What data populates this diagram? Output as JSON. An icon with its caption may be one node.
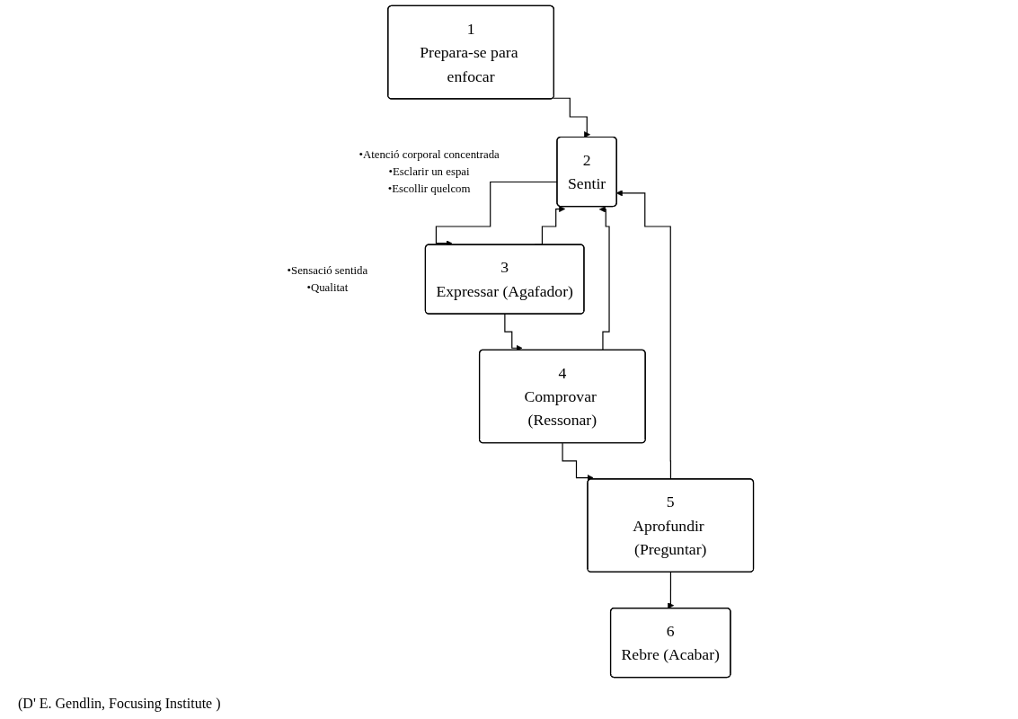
{
  "diagram": {
    "caption": "(D' E. Gendlin, Focusing Institute )",
    "nodes": [
      {
        "text": [
          "1",
          "Prepara-se para enfocar"
        ],
        "beside": [
          "•Atenció corporal concentrada",
          "•Esclarir un espai",
          "•Escollir quelcom"
        ]
      },
      {
        "text": [
          "2",
          "Sentir"
        ],
        "beside": [
          "•Sensació sentida",
          "•Qualitat"
        ]
      },
      {
        "text": [
          "3",
          "Expressar (Agafador)"
        ]
      },
      {
        "text": [
          "4",
          "Comprovar (Ressonar)"
        ]
      },
      {
        "text": [
          "5",
          "Aprofundir (Preguntar)"
        ]
      },
      {
        "text": [
          "6",
          "Rebre (Acabar)"
        ]
      }
    ],
    "edges": [
      {
        "from": 0,
        "to": 1,
        "arrow": "to"
      },
      {
        "from": 1,
        "to": 2,
        "arrow": "to"
      },
      {
        "from": 2,
        "to": 3,
        "arrow": "to"
      },
      {
        "from": 3,
        "to": 4,
        "arrow": "to"
      },
      {
        "from": 4,
        "to": 5,
        "arrow": "to"
      },
      {
        "from": 2,
        "to": 1,
        "arrow": "to"
      },
      {
        "from": 3,
        "to": 1,
        "arrow": "to"
      },
      {
        "from": 4,
        "to": 1,
        "arrow": "to"
      }
    ]
  }
}
